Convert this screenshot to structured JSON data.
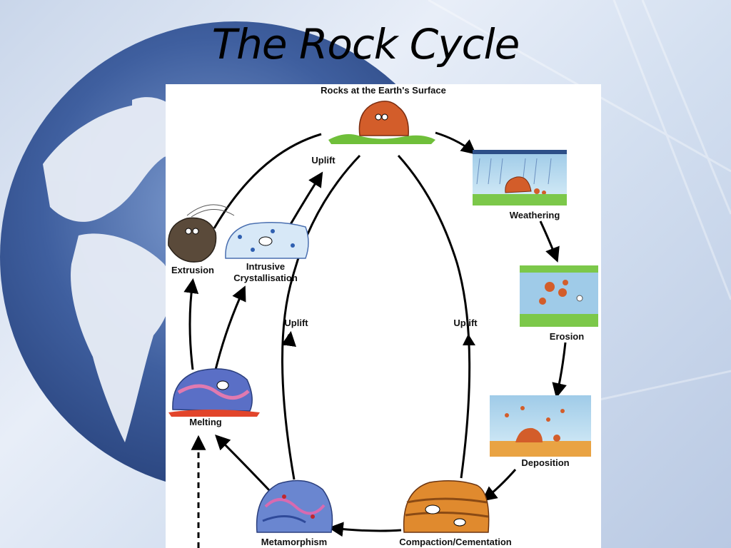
{
  "title": "The Rock Cycle",
  "diagram": {
    "surface": "Rocks at the Earth's Surface",
    "weathering": "Weathering",
    "erosion": "Erosion",
    "deposition": "Deposition",
    "compaction": "Compaction/Cementation",
    "metamorphism": "Metamorphism",
    "melting": "Melting",
    "extrusion": "Extrusion",
    "intrusive_1": "Intrusive",
    "intrusive_2": "Crystallisation",
    "uplift_top": "Uplift",
    "uplift_left": "Uplift",
    "uplift_right": "Uplift"
  }
}
